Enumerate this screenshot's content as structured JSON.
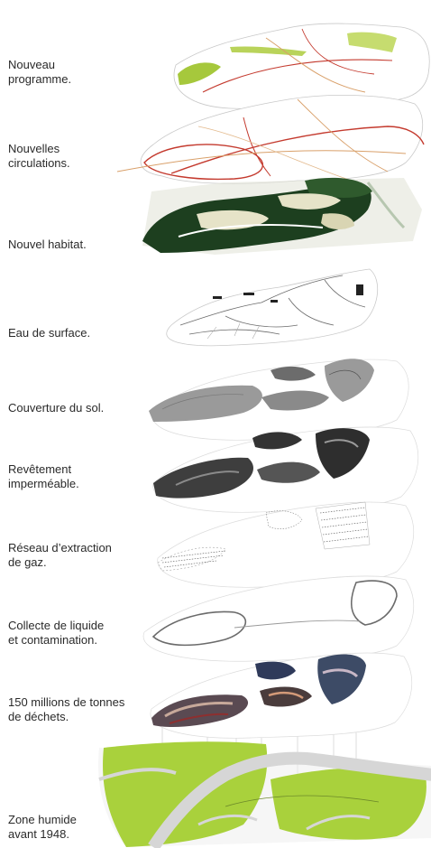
{
  "layers": [
    {
      "id": "programme",
      "label": "Nouveau\nprogramme."
    },
    {
      "id": "circulations",
      "label": "Nouvelles\ncirculations."
    },
    {
      "id": "habitat",
      "label": "Nouvel habitat."
    },
    {
      "id": "eau",
      "label": "Eau de surface."
    },
    {
      "id": "couverture",
      "label": "Couverture du sol."
    },
    {
      "id": "revetement",
      "label": "Revêtement\nimperméable."
    },
    {
      "id": "gaz",
      "label": "Réseau d’extraction\nde gaz."
    },
    {
      "id": "liquide",
      "label": "Collecte de liquide\net contamination."
    },
    {
      "id": "dechets",
      "label": "150 millions de tonnes\nde déchets."
    },
    {
      "id": "zone-humide",
      "label": "Zone humide\navant 1948."
    }
  ],
  "colors": {
    "outline": "#c9c9c9",
    "wetland_green": "#a9d13c",
    "water_gray": "#d6d6d6",
    "programme_green": "#a6c83c",
    "road_red": "#c43a2e",
    "road_orange": "#d9a06a",
    "habitat_dark": "#1d3f1f",
    "habitat_light": "#e6e3c8",
    "ground_gray": "#9a9a9a",
    "ground_dark": "#555555"
  }
}
